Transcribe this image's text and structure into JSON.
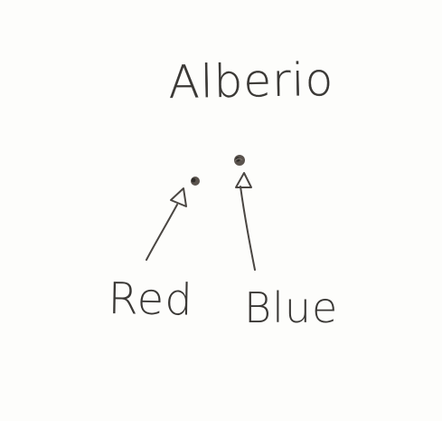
{
  "title": "Alberio",
  "labels": {
    "red": "Red",
    "blue": "Blue"
  },
  "ink_color": "#3a3835",
  "star_color": "#5a534d"
}
